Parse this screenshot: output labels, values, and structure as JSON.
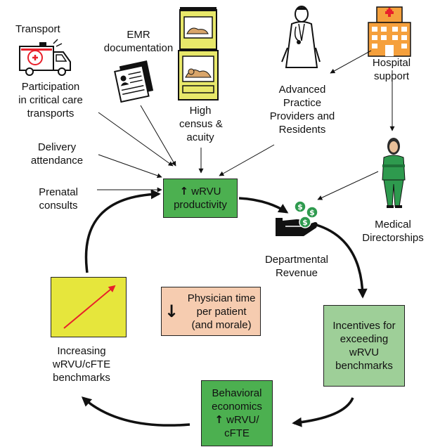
{
  "labels": {
    "transport": "Transport",
    "critical_care_1": "Participation",
    "critical_care_2": "in critical care",
    "critical_care_3": "transports",
    "emr_1": "EMR",
    "emr_2": "documentation",
    "census_1": "High",
    "census_2": "census &",
    "census_3": "acuity",
    "app_1": "Advanced",
    "app_2": "Practice",
    "app_3": "Providers and",
    "app_4": "Residents",
    "hospital_1": "Hospital",
    "hospital_2": "support",
    "delivery_1": "Delivery",
    "delivery_2": "attendance",
    "prenatal_1": "Prenatal",
    "prenatal_2": "consults",
    "directorships_1": "Medical",
    "directorships_2": "Directorships",
    "revenue_1": "Departmental",
    "revenue_2": "Revenue",
    "benchmarks_1": "Increasing",
    "benchmarks_2": "wRVU/cFTE",
    "benchmarks_3": "benchmarks"
  },
  "boxes": {
    "wrvu_1": "wRVU",
    "wrvu_2": "productivity",
    "physician_1": "Physician time",
    "physician_2": "per patient",
    "physician_3": "(and morale)",
    "incentives_1": "Incentives for",
    "incentives_2": "exceeding",
    "incentives_3": "wRVU",
    "incentives_4": "benchmarks",
    "behavioral_1": "Behavioral",
    "behavioral_2": "economics",
    "behavioral_3": "wRVU/",
    "behavioral_4": "cFTE"
  },
  "glyphs": {
    "up_arrow": "↑",
    "down_arrow": "↓",
    "dollar": "$"
  },
  "colors": {
    "dark_green": "#4cb050",
    "light_green": "#9ecf98",
    "salmon": "#f6ccb0",
    "yellow": "#e6e63c",
    "red_arrow": "#e8202a",
    "hospital_orange": "#f5a03c",
    "incubator_yellow": "#e8e86a"
  },
  "icons": [
    "ambulance-icon",
    "document-person-icon",
    "incubator-icon",
    "doctor-icon",
    "hospital-icon",
    "nurse-director-icon",
    "hand-money-icon"
  ]
}
